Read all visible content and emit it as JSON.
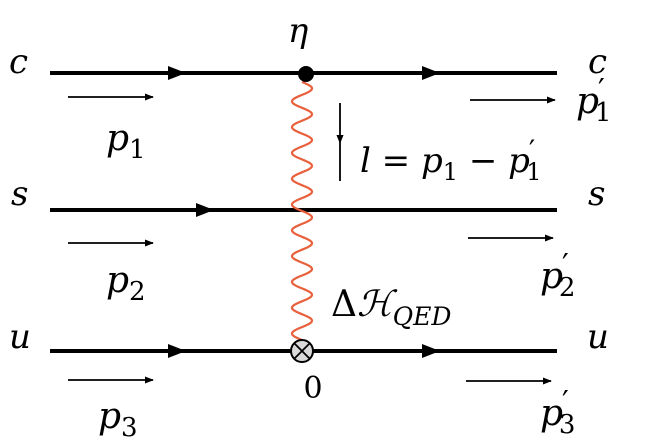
{
  "colors": {
    "line": "#000000",
    "photon": "#e8603c",
    "vertex_fill": "#000000",
    "insertion_fill": "#d9d9d9"
  },
  "labels": {
    "eta": "η",
    "zero": "0",
    "c_left": "c",
    "c_right": "c",
    "s_left": "s",
    "s_right": "s",
    "u_left": "u",
    "u_right": "u",
    "p": "p",
    "sub1": "1",
    "sub2": "2",
    "sub3": "3",
    "prime": "′",
    "l_eq": "l = p",
    "minus": " − p",
    "delta": "Δ",
    "calH": "ℋ",
    "qed": "QED"
  },
  "icons": {
    "vertex": "filled-dot-icon",
    "insertion": "circled-times-icon",
    "momentum": "arrow-right-icon",
    "transfer": "arrow-down-icon"
  }
}
